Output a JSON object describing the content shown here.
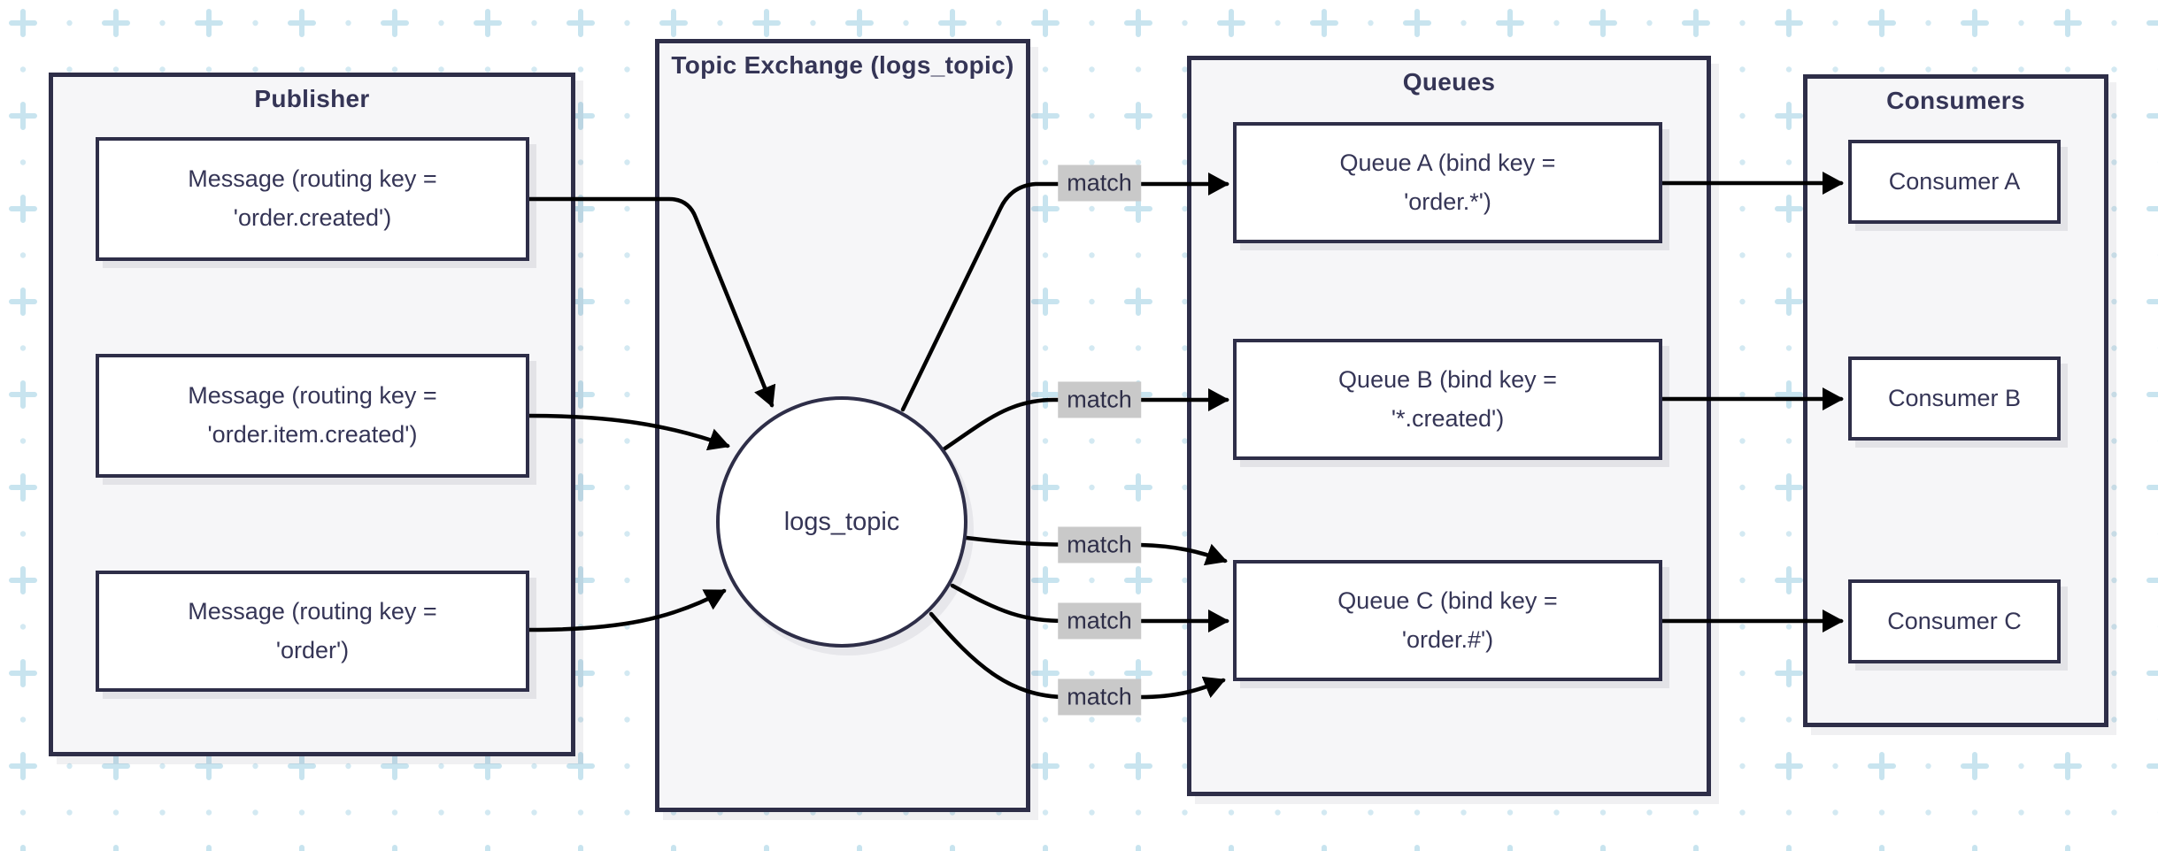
{
  "colors": {
    "page_bg": "#ffffff",
    "group_bg": "#f6f6f8",
    "node_bg": "#ffffff",
    "outline": "#2e2e48",
    "text": "#353556",
    "arrow": "#000000",
    "match_bg": "#c9c9c9",
    "pattern_dot": "#d3e9f2",
    "pattern_plus": "#c8e4ef"
  },
  "publisher": {
    "title": "Publisher",
    "messages": [
      {
        "lines": [
          "Message (routing key =",
          "'order.created')"
        ]
      },
      {
        "lines": [
          "Message (routing key =",
          "'order.item.created')"
        ]
      },
      {
        "lines": [
          "Message (routing key =",
          "'order')"
        ]
      }
    ]
  },
  "exchange": {
    "title": "Topic Exchange (logs_topic)",
    "node_label": "logs_topic"
  },
  "queues": {
    "title": "Queues",
    "items": [
      {
        "lines": [
          "Queue A (bind key =",
          "'order.*')"
        ]
      },
      {
        "lines": [
          "Queue B (bind key =",
          "'*.created')"
        ]
      },
      {
        "lines": [
          "Queue C (bind key =",
          "'order.#')"
        ]
      }
    ]
  },
  "consumers": {
    "title": "Consumers",
    "items": [
      {
        "label": "Consumer A"
      },
      {
        "label": "Consumer B"
      },
      {
        "label": "Consumer C"
      }
    ]
  },
  "edges": {
    "match_label": "match"
  }
}
